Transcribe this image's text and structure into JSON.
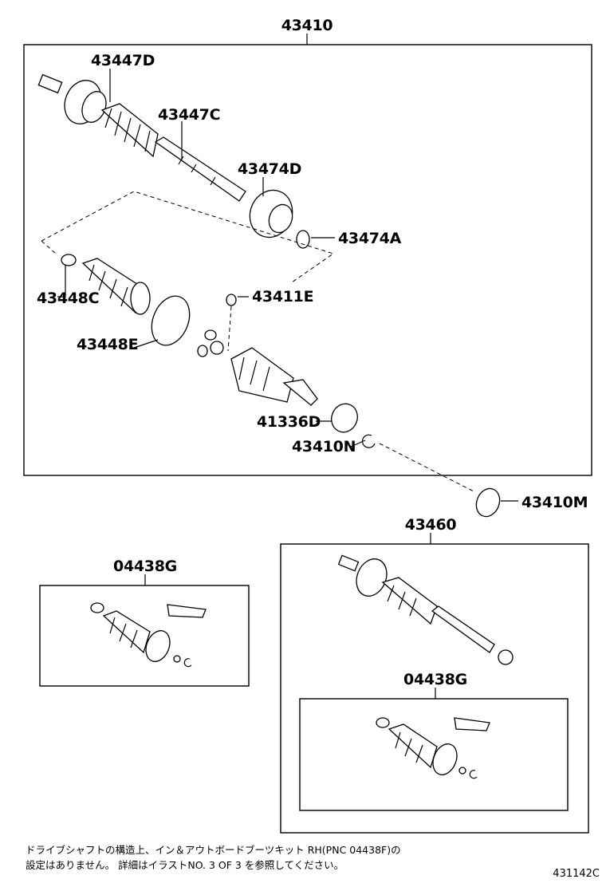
{
  "labels": {
    "main_assembly": "43410",
    "p43447D": "43447D",
    "p43447C": "43447C",
    "p43474D": "43474D",
    "p43474A": "43474A",
    "p43448C": "43448C",
    "p43411E": "43411E",
    "p43448E": "43448E",
    "p41336D": "41336D",
    "p43410N": "43410N",
    "p43410M": "43410M",
    "kit_left": "04438G",
    "rh_assembly": "43460",
    "kit_right": "04438G"
  },
  "note": {
    "line1": "ドライブシャフトの構造上、イン＆アウトボードブーツキット RH(PNC 04438F)の",
    "line2": "設定はありません。 詳細はイラストNO. 3 OF 3 を参照してください。"
  },
  "figure_code": "431142C"
}
